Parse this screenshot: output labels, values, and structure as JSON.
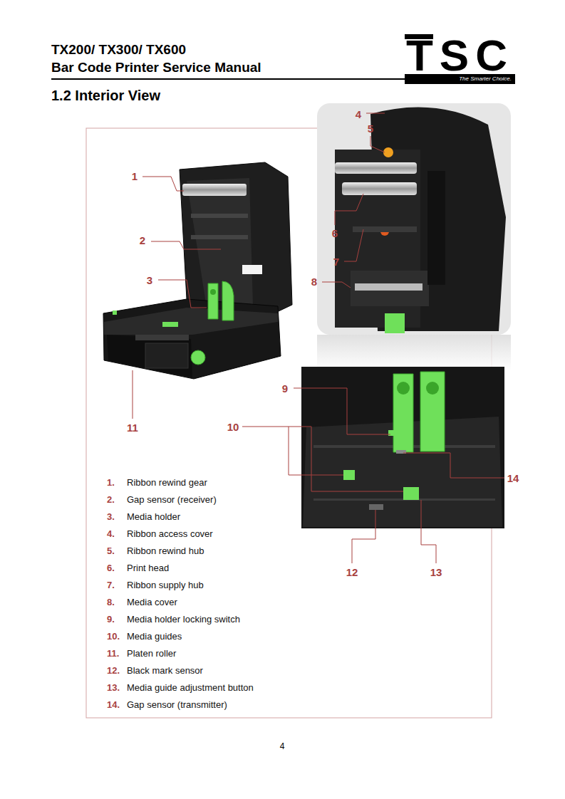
{
  "diagram": {
    "title": "1.2 Interior View",
    "nodes": [
      {
        "text": [
          "TSC",
          "The Smarter Choice."
        ]
      }
    ],
    "labels": [
      "TX200/ TX300/ TX600",
      "Bar Code Printer Service Manual",
      "1",
      "2",
      "3",
      "4",
      "5",
      "6",
      "7",
      "8",
      "9",
      "10",
      "11",
      "12",
      "13",
      "14",
      "1.",
      "Ribbon rewind gear",
      "2.",
      "Gap sensor (receiver)",
      "3.",
      "Media holder",
      "4.",
      "Ribbon access cover",
      "5.",
      "Ribbon rewind hub",
      "6.",
      "Print head",
      "7.",
      "Ribbon supply hub",
      "8.",
      "Media cover",
      "9.",
      "Media holder locking switch",
      "10.",
      "Media guides",
      "11.",
      "Platen roller",
      "12.",
      "Black mark sensor",
      "13.",
      "Media guide adjustment button",
      "14.",
      "Gap sensor (transmitter)",
      "4"
    ]
  }
}
